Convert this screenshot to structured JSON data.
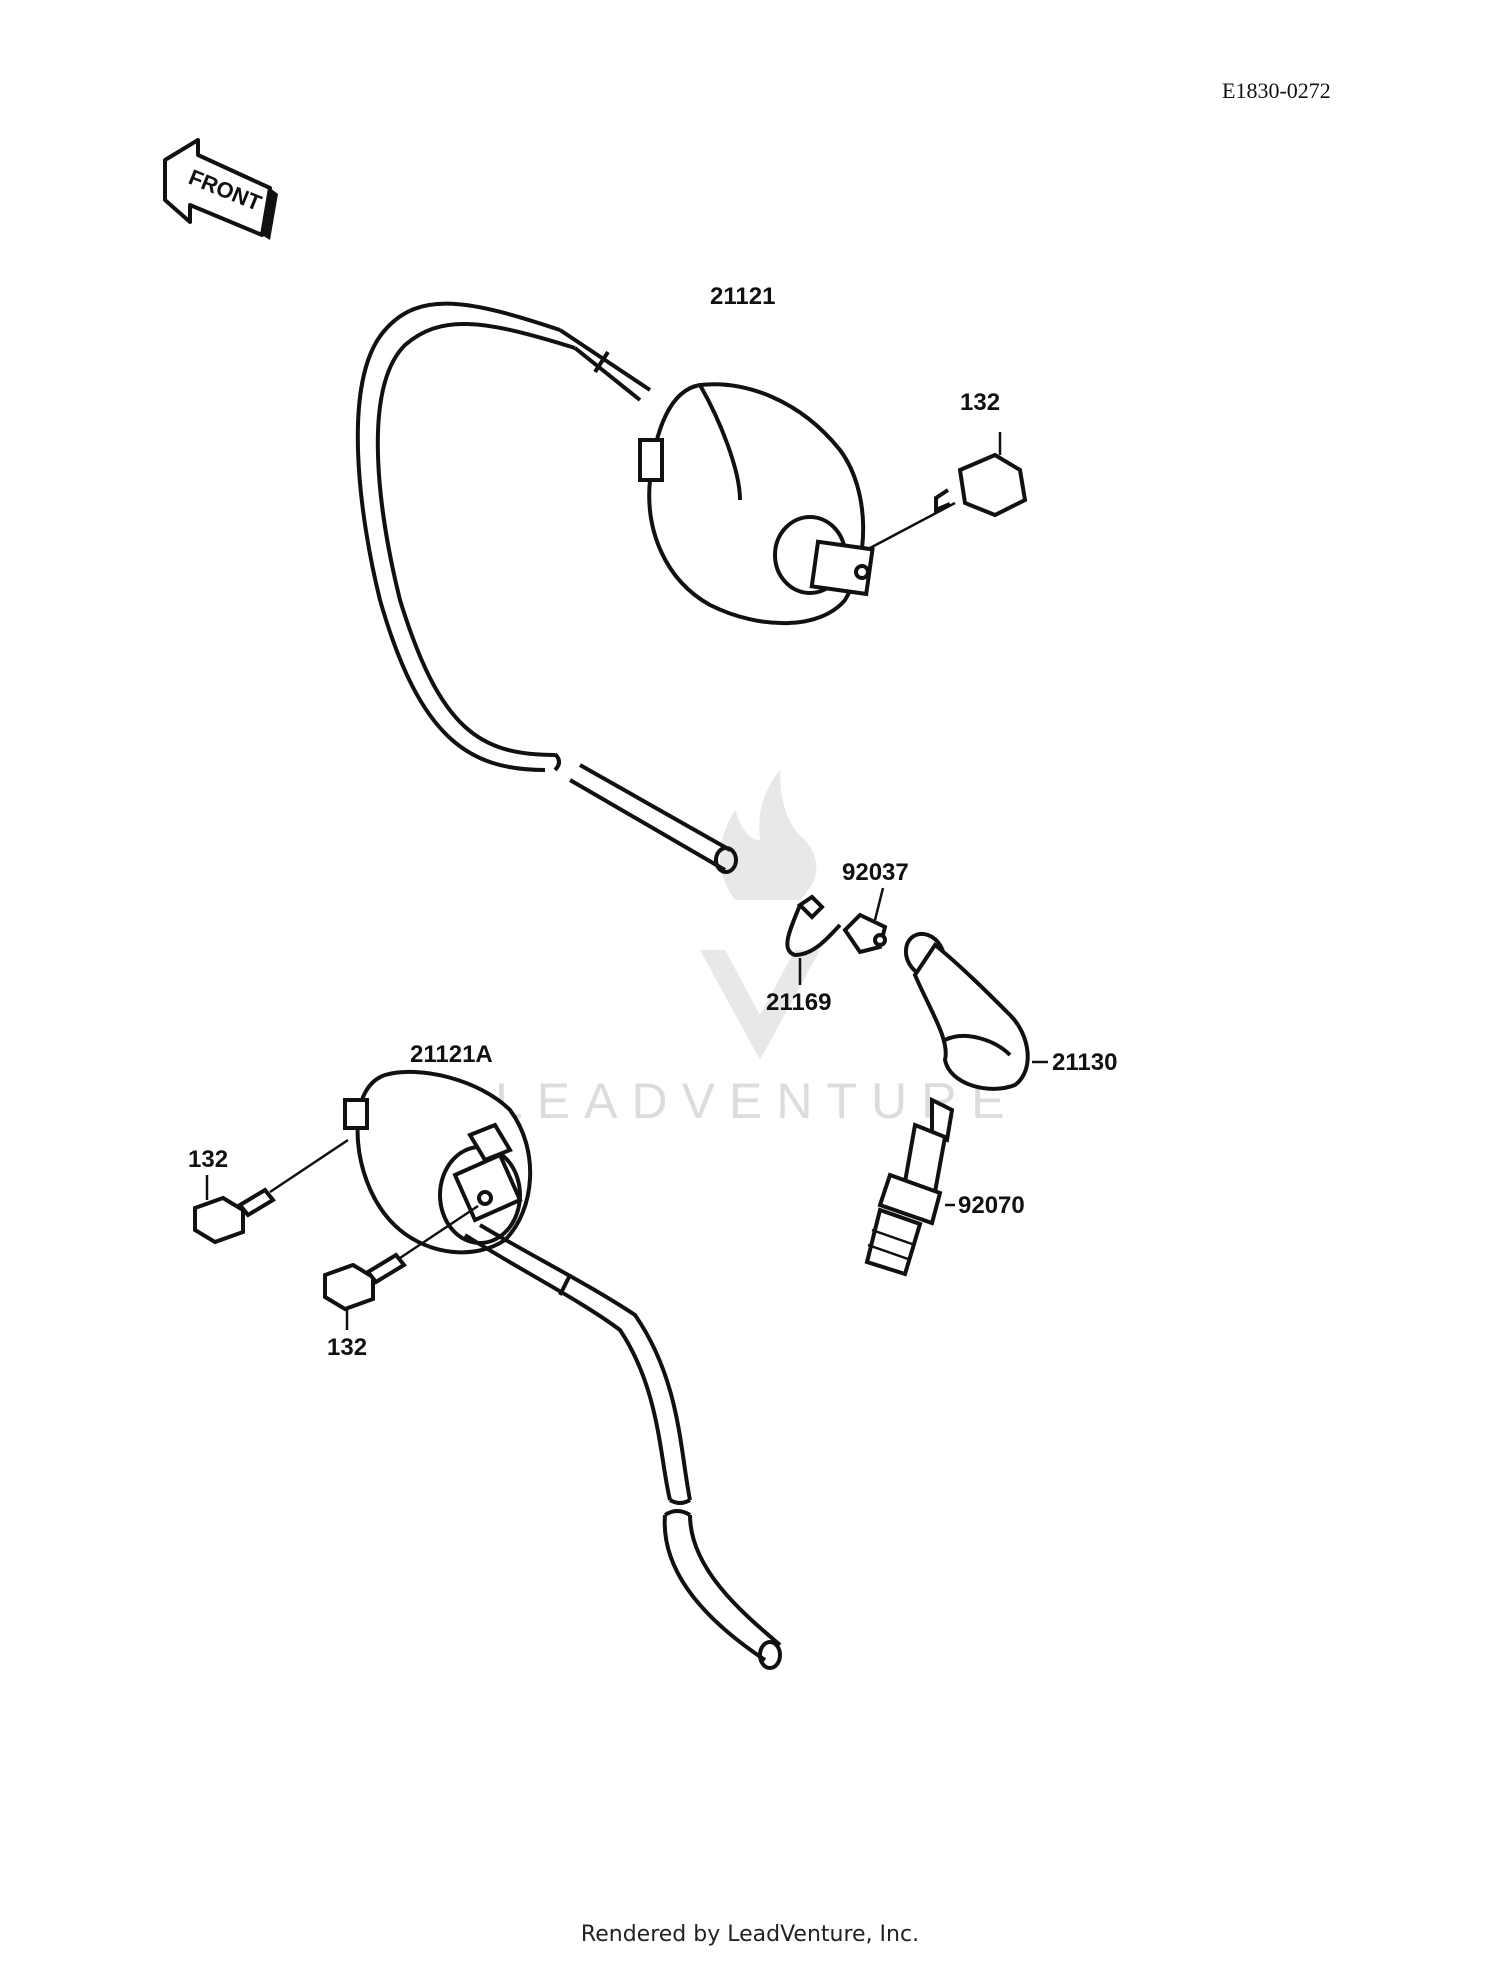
{
  "diagram_code": "E1830-0272",
  "front_label": "FRONT",
  "watermark_text": "LEADVENTURE",
  "footer_text": "Rendered by LeadVenture, Inc.",
  "parts": {
    "coil_upper": "21121",
    "bolt_upper": "132",
    "clamp_92037": "92037",
    "clip_21169": "21169",
    "plug_cap": "21130",
    "coil_lower": "21121A",
    "bolt_lower_left": "132",
    "bolt_lower_bottom": "132",
    "spark_plug": "92070"
  },
  "colors": {
    "line": "#111111",
    "watermark": "#d9d9d9"
  }
}
